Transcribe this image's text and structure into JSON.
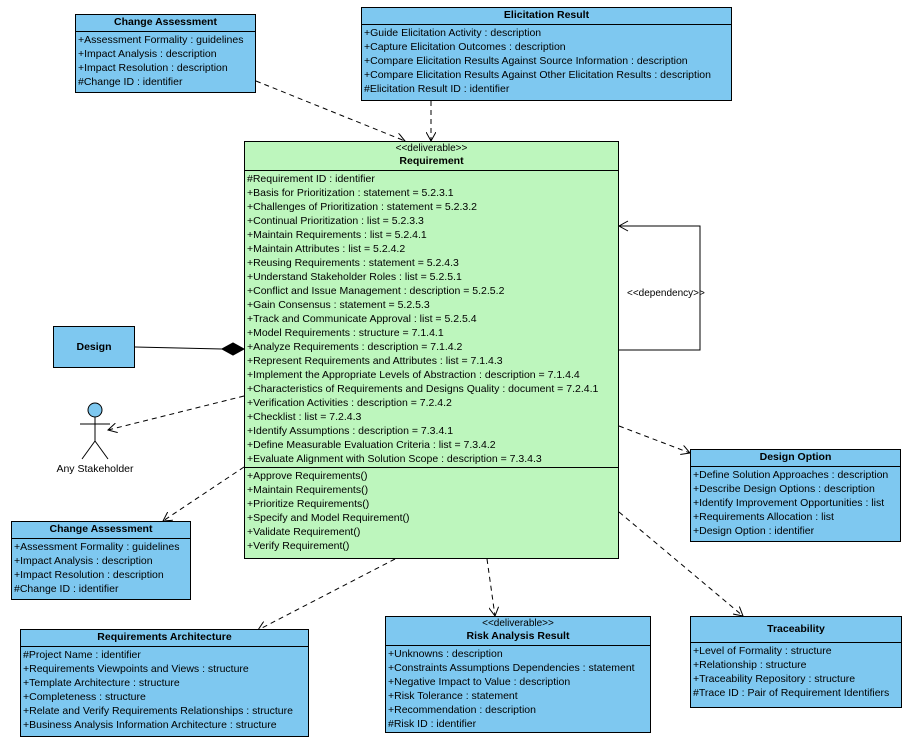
{
  "diagram": {
    "classes": {
      "change_assessment_top": {
        "title": "Change Assessment",
        "attributes": [
          "+Assessment Formality : guidelines",
          "+Impact Analysis : description",
          "+Impact Resolution : description",
          "#Change ID : identifier"
        ]
      },
      "elicitation_result": {
        "title": "Elicitation Result",
        "attributes": [
          "+Guide Elicitation Activity : description",
          "+Capture Elicitation Outcomes : description",
          "+Compare Elicitation Results Against Source Information : description",
          "+Compare Elicitation Results Against Other Elicitation Results : description",
          "#Elicitation Result ID : identifier"
        ]
      },
      "requirement": {
        "stereotype": "<<deliverable>>",
        "title": "Requirement",
        "attributes": [
          "#Requirement ID : identifier",
          "+Basis for Prioritization : statement = 5.2.3.1",
          "+Challenges of Prioritization : statement = 5.2.3.2",
          "+Continual Prioritization : list = 5.2.3.3",
          "+Maintain Requirements : list = 5.2.4.1",
          "+Maintain Attributes : list = 5.2.4.2",
          "+Reusing Requirements : statement = 5.2.4.3",
          "+Understand Stakeholder Roles : list = 5.2.5.1",
          "+Conflict and Issue Management : description = 5.2.5.2",
          "+Gain Consensus : statement = 5.2.5.3",
          "+Track and Communicate Approval : list = 5.2.5.4",
          "+Model Requirements : structure = 7.1.4.1",
          "+Analyze Requirements : description = 7.1.4.2",
          "+Represent Requirements and Attributes : list = 7.1.4.3",
          "+Implement the Appropriate Levels of Abstraction : description = 7.1.4.4",
          "+Characteristics of Requirements and Designs Quality : document = 7.2.4.1",
          "+Verification Activities : description = 7.2.4.2",
          "+Checklist : list = 7.2.4.3",
          "+Identify Assumptions : description = 7.3.4.1",
          "+Define Measurable Evaluation Criteria : list = 7.3.4.2",
          "+Evaluate Alignment with Solution Scope : description = 7.3.4.3"
        ],
        "operations": [
          "+Approve Requirements()",
          "+Maintain Requirements()",
          "+Prioritize Requirements()",
          "+Specify and Model Requirement()",
          "+Validate Requirement()",
          "+Verify Requirement()"
        ]
      },
      "design_option": {
        "title": "Design Option",
        "attributes": [
          "+Define Solution Approaches : description",
          "+Describe Design Options : description",
          "+Identify Improvement Opportunities : list",
          "+Requirements Allocation : list",
          "+Design Option : identifier"
        ]
      },
      "change_assessment_left": {
        "title": "Change Assessment",
        "attributes": [
          "+Assessment Formality : guidelines",
          "+Impact Analysis : description",
          "+Impact Resolution : description",
          "#Change ID : identifier"
        ]
      },
      "requirements_architecture": {
        "title": "Requirements Architecture",
        "attributes": [
          "#Project Name : identifier",
          "+Requirements Viewpoints and Views : structure",
          "+Template Architecture : structure",
          "+Completeness : structure",
          "+Relate and Verify Requirements Relationships : structure",
          "+Business Analysis Information Architecture : structure"
        ]
      },
      "risk_analysis_result": {
        "stereotype": "<<deliverable>>",
        "title": "Risk Analysis Result",
        "attributes": [
          "+Unknowns : description",
          "+Constraints Assumptions Dependencies : statement",
          "+Negative Impact to Value : description",
          "+Risk Tolerance : statement",
          "+Recommendation : description",
          "#Risk ID : identifier"
        ]
      },
      "traceability": {
        "title": "Traceability",
        "attributes": [
          "+Level of Formality : structure",
          "+Relationship : structure",
          "+Traceability Repository : structure",
          "#Trace ID : Pair of Requirement Identifiers"
        ]
      }
    },
    "design": {
      "label": "Design"
    },
    "actor": {
      "label": "Any Stakeholder"
    },
    "self_dependency_label": "<<dependency>>",
    "colors": {
      "class_fill": "#7ec8f0",
      "requirement_fill": "#bdf6bd",
      "actor_head": "#7ec8f0",
      "line": "#000000"
    }
  }
}
